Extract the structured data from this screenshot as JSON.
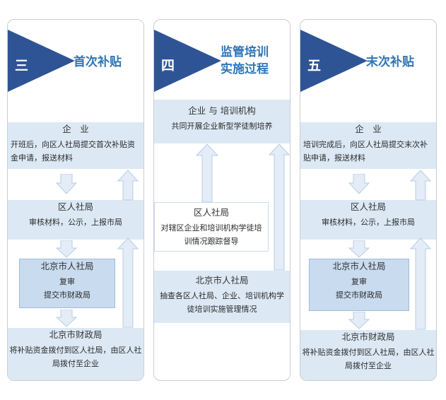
{
  "columns": [
    {
      "number": "三",
      "title_lines": [
        "首次补贴"
      ],
      "boxes": [
        {
          "title": "企　业",
          "text": "开班后，向区人社局提交首次补贴资金申请，报送材料"
        },
        {
          "title": "区人社局",
          "text": "审核材料，公示，上报市局"
        },
        {
          "title": "北京市人社局",
          "text_lines": [
            "复审",
            "提交市财政局"
          ]
        },
        {
          "title": "北京市财政局",
          "text": "将补贴资金拨付到区人社局，由区人社局拨付至企业"
        }
      ]
    },
    {
      "number": "四",
      "title_lines": [
        "监管培训",
        "实施过程"
      ],
      "boxes": [
        {
          "title": "企业 与 培训机构",
          "text": "共同开展企业新型学徒制培养"
        },
        {
          "title": "区人社局",
          "text": "对辖区企业和培训机构学徒培训情况跟踪督导"
        },
        {
          "title": "北京市人社局",
          "text": "抽查各区人社局、企业、培训机构学徒培训实施管理情况"
        }
      ]
    },
    {
      "number": "五",
      "title_lines": [
        "末次补贴"
      ],
      "boxes": [
        {
          "title": "企　业",
          "text": "培训完成后，向区人社局提交末次补贴申请，报送材料"
        },
        {
          "title": "区人社局",
          "text": "审核材料，公示，上报市局"
        },
        {
          "title": "北京市人社局",
          "text_lines": [
            "复审",
            "提交市财政局"
          ]
        },
        {
          "title": "北京市财政局",
          "text": "将补贴资金拨付到区人社局，由区人社局拨付至企业"
        }
      ]
    }
  ],
  "colors": {
    "accent": "#2e75b6",
    "triangle": "#2f5496",
    "box_fill": "#dce9f5",
    "arrow_fill": "#e3ecf7",
    "arrow_stroke": "#b9cde3"
  }
}
